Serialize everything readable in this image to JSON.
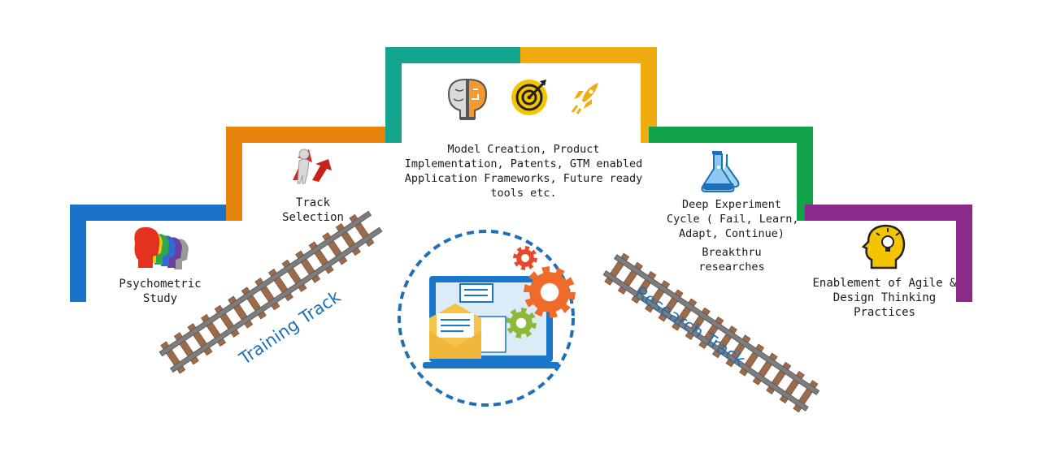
{
  "steps": {
    "psychometric": "Psychometric\nStudy",
    "track_selection": "Track\nSelection",
    "model_creation": "Model Creation, Product\nImplementation,  Patents,  GTM enabled\nApplication Frameworks,  Future ready\ntools etc.",
    "deep_experiment": "Deep Experiment\nCycle ( Fail, Learn,\nAdapt, Continue)",
    "breakthru": "Breakthru\nresearches",
    "agile": "Enablement of Agile &\nDesign Thinking\nPractices"
  },
  "tracks": {
    "training": "Training Track",
    "research": "Research Track"
  },
  "colors": {
    "blue": "#1a73c8",
    "orange": "#e8830c",
    "teal": "#14a58f",
    "gold": "#f0ac0e",
    "green": "#12a24a",
    "purple": "#8b2a8b",
    "rail": "#7a7a7a",
    "sleeper": "#9b6b4c"
  },
  "icons": [
    "profiles-icon",
    "direction-arrows-icon",
    "brain-icon",
    "target-icon",
    "rocket-icon",
    "lab-flask-icon",
    "head-bulb-icon",
    "laptop-gears-icon"
  ]
}
